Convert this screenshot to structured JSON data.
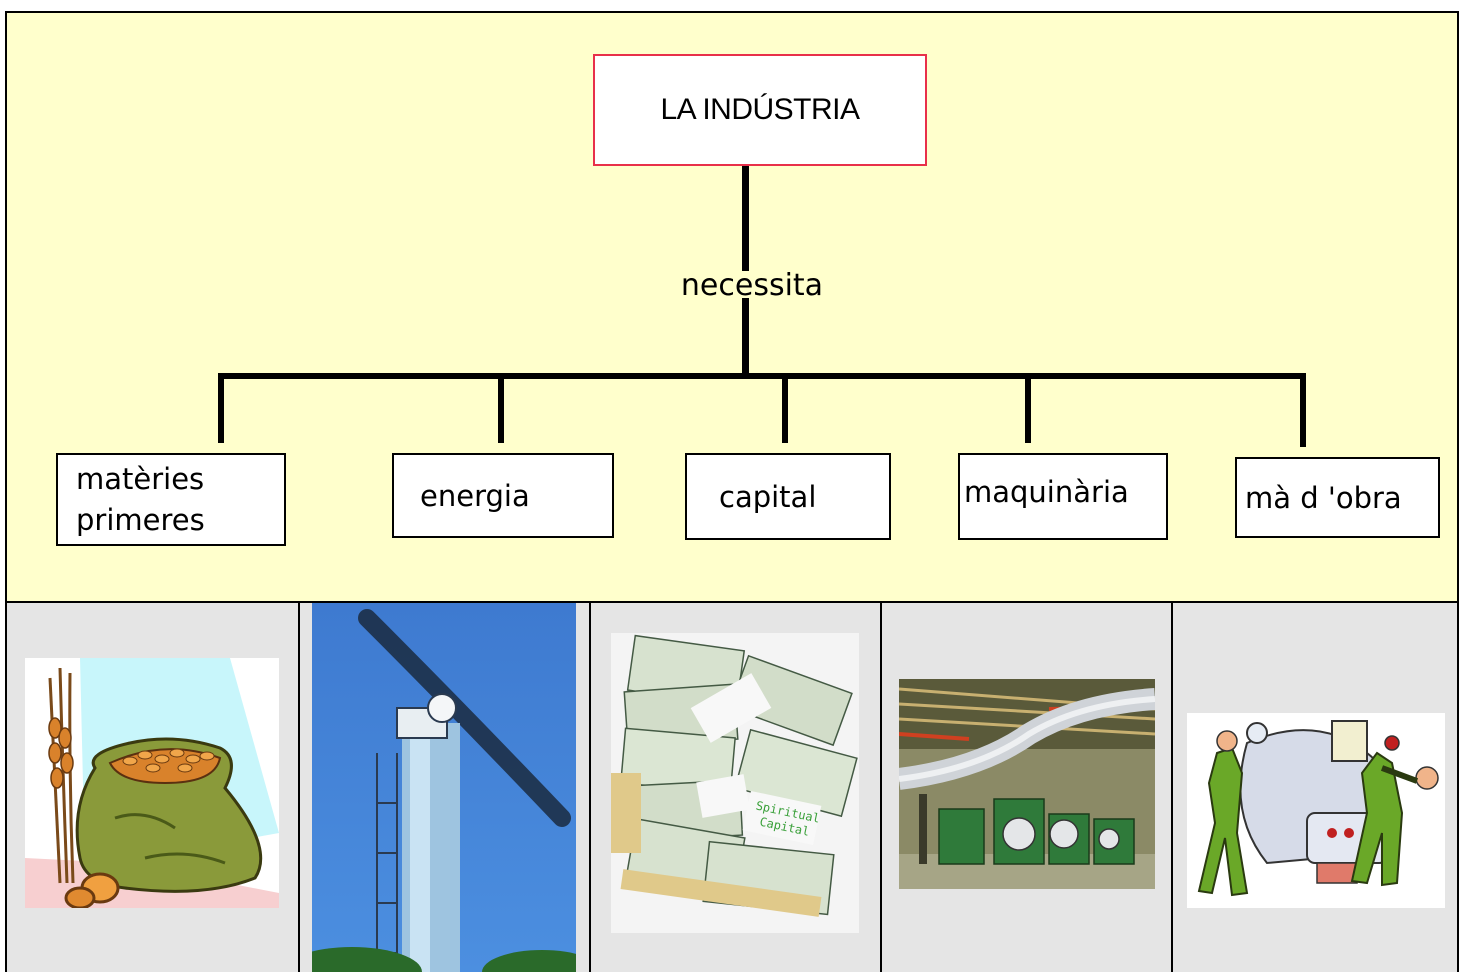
{
  "diagram": {
    "root": "LA INDÚSTRIA",
    "connector": "necessita",
    "children": [
      {
        "line1": "matèries",
        "line2": "primeres"
      },
      {
        "label": "energia"
      },
      {
        "label": "capital"
      },
      {
        "label": "maquinària"
      },
      {
        "label": "mà d 'obra"
      }
    ]
  },
  "images": {
    "money_band_text_1": "Spiritual",
    "money_band_text_2": "Capital",
    "images": [
      {
        "icon": "grain-sack-icon"
      },
      {
        "icon": "wind-turbine-photo"
      },
      {
        "icon": "money-stack-photo"
      },
      {
        "icon": "factory-machinery-photo"
      },
      {
        "icon": "workers-building-machine-icon"
      }
    ]
  }
}
